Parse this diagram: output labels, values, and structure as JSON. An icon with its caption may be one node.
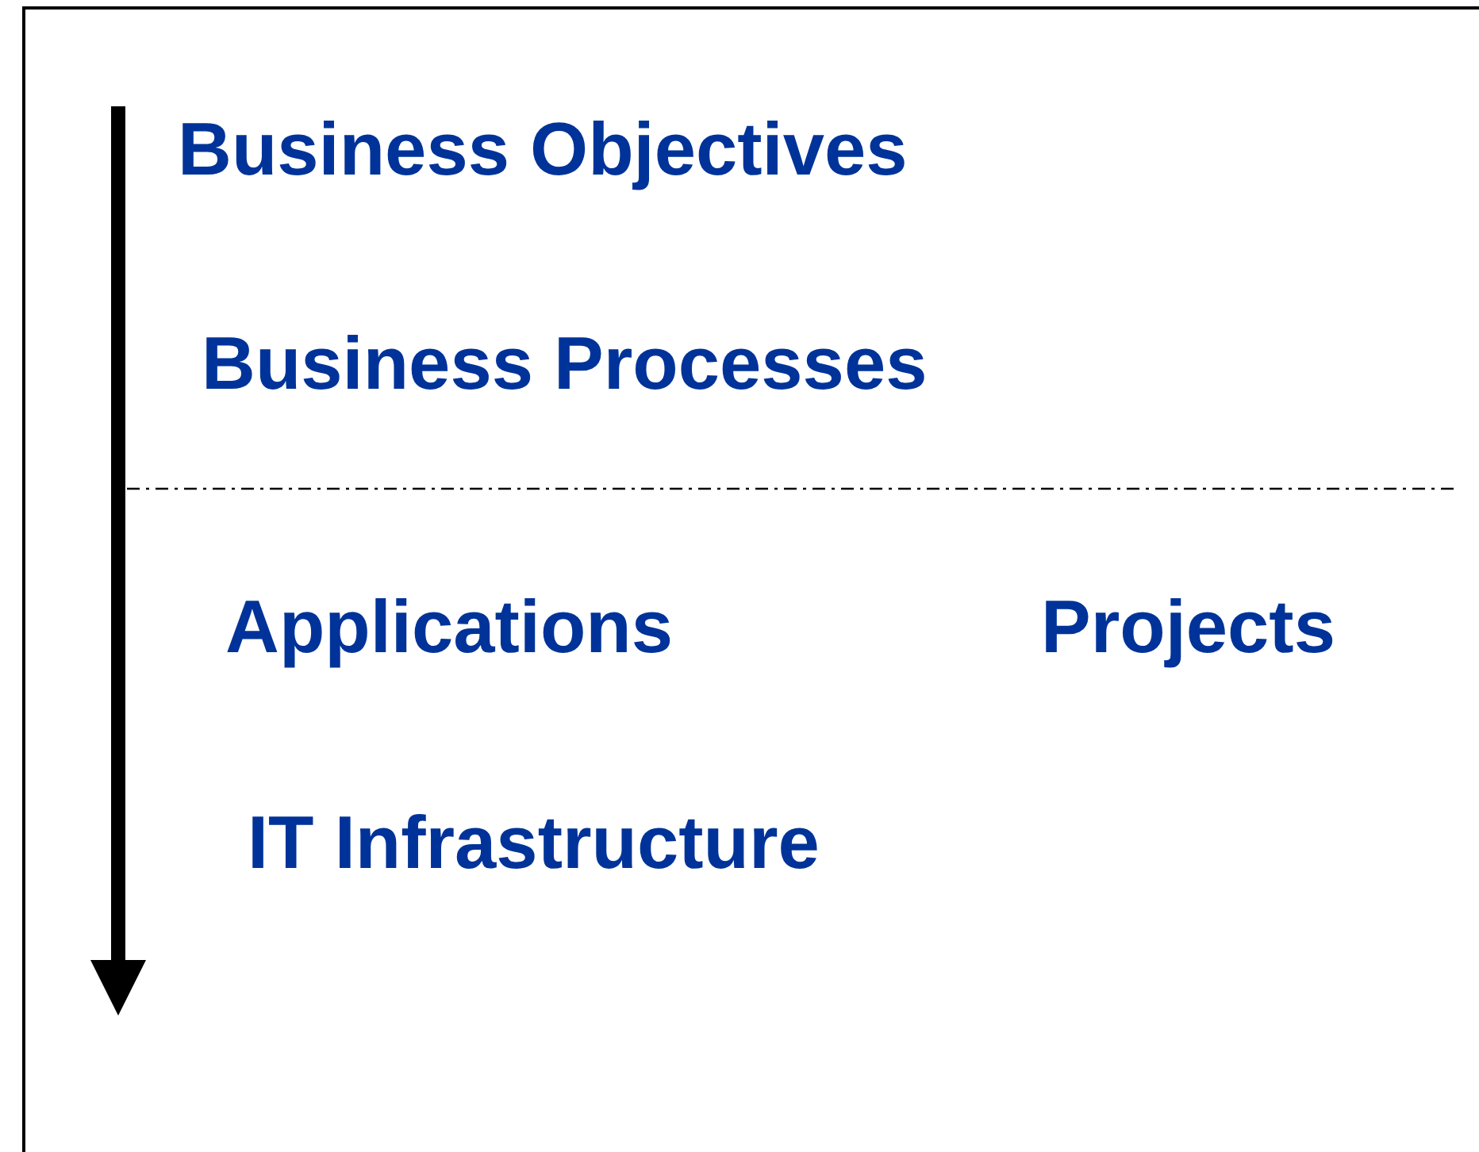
{
  "diagram": {
    "labels": [
      "Business Objectives",
      "Business Processes",
      "Applications",
      "Projects",
      "IT Infrastructure"
    ]
  }
}
